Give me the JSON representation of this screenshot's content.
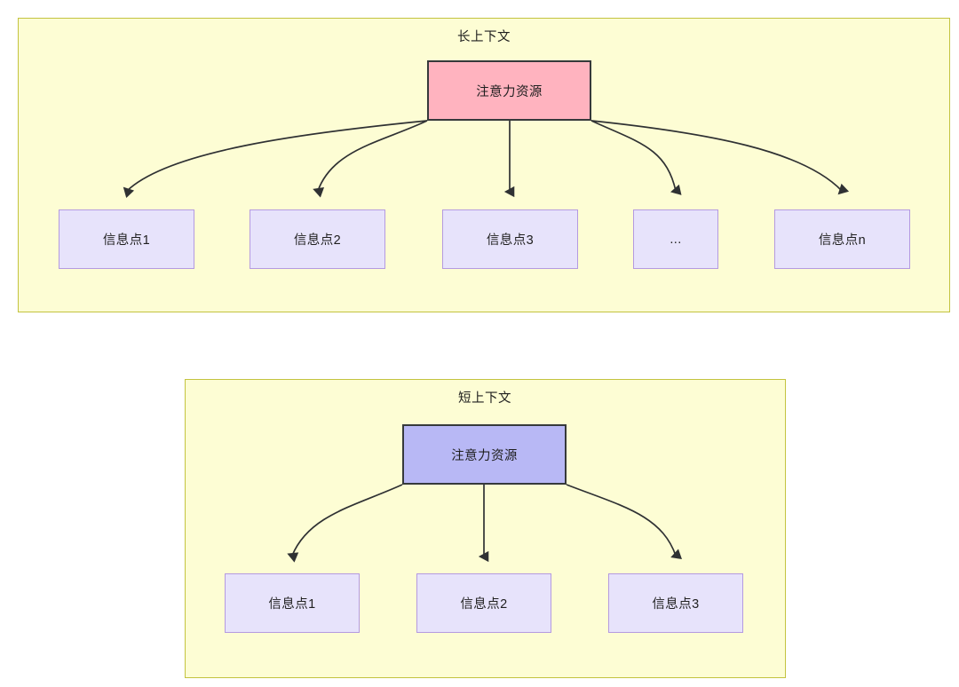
{
  "diagrams": [
    {
      "id": "long-context",
      "title": "长上下文",
      "root": {
        "label": "注意力资源",
        "fill": "#ffb3bf",
        "border": "#36393b"
      },
      "children": [
        {
          "label": "信息点1"
        },
        {
          "label": "信息点2"
        },
        {
          "label": "信息点3"
        },
        {
          "label": "..."
        },
        {
          "label": "信息点n"
        }
      ],
      "panel": {
        "fill": "#fdfdd4",
        "border": "#c3c33f"
      },
      "child_style": {
        "fill": "#e7e3fb",
        "border": "#b49ae0"
      }
    },
    {
      "id": "short-context",
      "title": "短上下文",
      "root": {
        "label": "注意力资源",
        "fill": "#b8b8f5",
        "border": "#36393b"
      },
      "children": [
        {
          "label": "信息点1"
        },
        {
          "label": "信息点2"
        },
        {
          "label": "信息点3"
        }
      ],
      "panel": {
        "fill": "#fdfdd4",
        "border": "#c3c33f"
      },
      "child_style": {
        "fill": "#e7e3fb",
        "border": "#b49ae0"
      }
    }
  ],
  "edge_color": "#2f3133"
}
